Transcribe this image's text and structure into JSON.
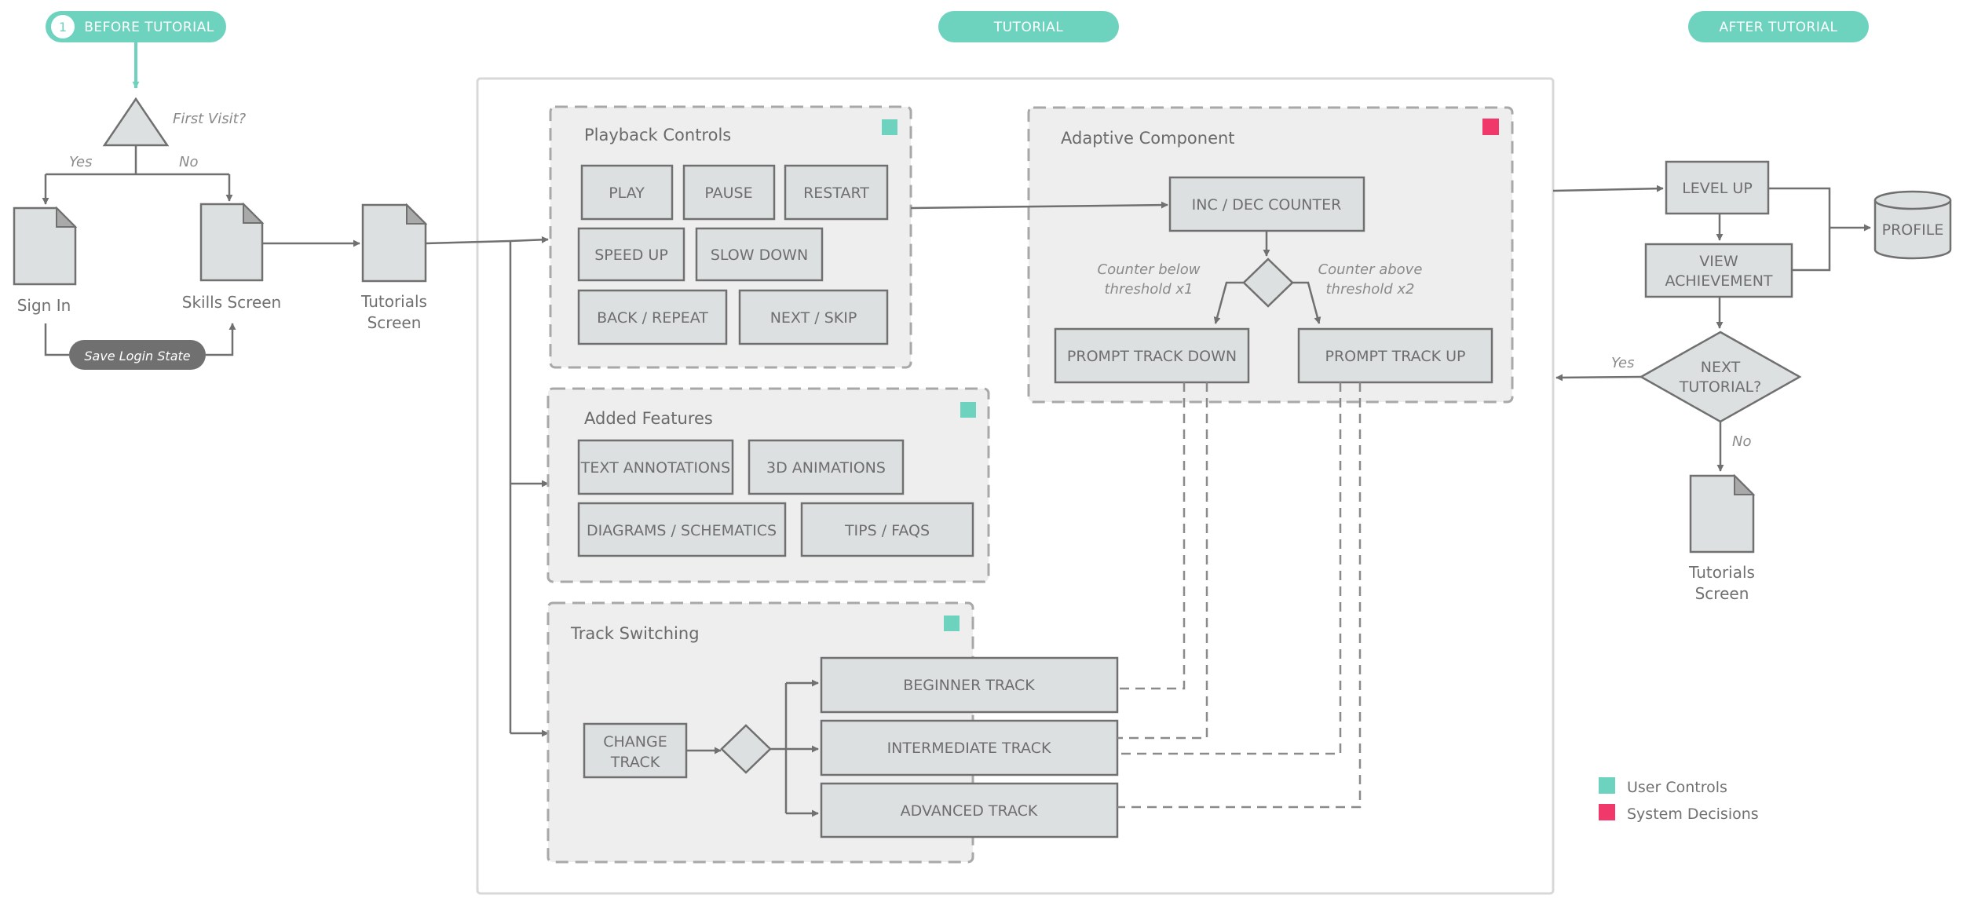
{
  "phases": {
    "before_number": "1",
    "before": "BEFORE TUTORIAL",
    "tutorial": "TUTORIAL",
    "after": "AFTER TUTORIAL"
  },
  "before": {
    "first_visit": "First Visit?",
    "yes": "Yes",
    "no": "No",
    "sign_in": "Sign In",
    "skills_screen": "Skills Screen",
    "tutorials_screen_1": "Tutorials",
    "tutorials_screen_2": "Screen",
    "save_login": "Save Login State"
  },
  "playback": {
    "title": "Playback Controls",
    "play": "PLAY",
    "pause": "PAUSE",
    "restart": "RESTART",
    "speed_up": "SPEED UP",
    "slow_down": "SLOW DOWN",
    "back_repeat": "BACK / REPEAT",
    "next_skip": "NEXT / SKIP"
  },
  "added": {
    "title": "Added Features",
    "text_annotations": "TEXT ANNOTATIONS",
    "animations_3d": "3D ANIMATIONS",
    "diagrams": "DIAGRAMS / SCHEMATICS",
    "tips": "TIPS / FAQS"
  },
  "track": {
    "title": "Track Switching",
    "change_1": "CHANGE",
    "change_2": "TRACK",
    "beginner": "BEGINNER TRACK",
    "intermediate": "INTERMEDIATE TRACK",
    "advanced": "ADVANCED TRACK"
  },
  "adaptive": {
    "title": "Adaptive Component",
    "counter": "INC / DEC COUNTER",
    "below_1": "Counter below",
    "below_2": "threshold x1",
    "above_1": "Counter above",
    "above_2": "threshold x2",
    "prompt_down": "PROMPT TRACK DOWN",
    "prompt_up": "PROMPT TRACK UP"
  },
  "after": {
    "level_up": "LEVEL UP",
    "view_1": "VIEW",
    "view_2": "ACHIEVEMENT",
    "profile": "PROFILE",
    "next_1": "NEXT",
    "next_2": "TUTORIAL?",
    "yes": "Yes",
    "no": "No",
    "tutorials_1": "Tutorials",
    "tutorials_2": "Screen"
  },
  "legend": {
    "user_controls": "User Controls",
    "system_decisions": "System Decisions"
  },
  "colors": {
    "teal": "#6dd3bf",
    "pink": "#f0386b",
    "box_fill": "#dde0e1",
    "stroke": "#707070",
    "group_fill": "#eeeeee"
  }
}
